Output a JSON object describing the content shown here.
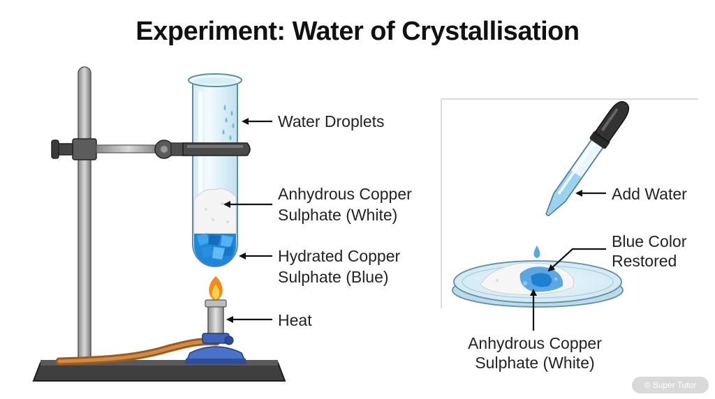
{
  "title": "Experiment: Water of Crystallisation",
  "labels": {
    "water_droplets": "Water Droplets",
    "anhydrous_tube": [
      "Anhydrous Copper",
      "Sulphate (White)"
    ],
    "hydrated_tube": [
      "Hydrated Copper",
      "Sulphate (Blue)"
    ],
    "heat": "Heat",
    "add_water": "Add Water",
    "blue_restored": [
      "Blue Color",
      "Restored"
    ],
    "anhydrous_dish": [
      "Anhydrous Copper",
      "Sulphate (White)"
    ]
  },
  "watermark": "© Super Tutor",
  "colors": {
    "hydrated_blue": "#1f86d8",
    "flame_orange": "#f08a1c",
    "burner_blue": "#3e63b8",
    "hose_brown": "#c27a34",
    "stand_gray": "#4a4a4a"
  },
  "icons": [
    "retort-stand-icon",
    "test-tube-icon",
    "bunsen-burner-icon",
    "flame-icon",
    "dropper-icon",
    "petri-dish-icon"
  ]
}
